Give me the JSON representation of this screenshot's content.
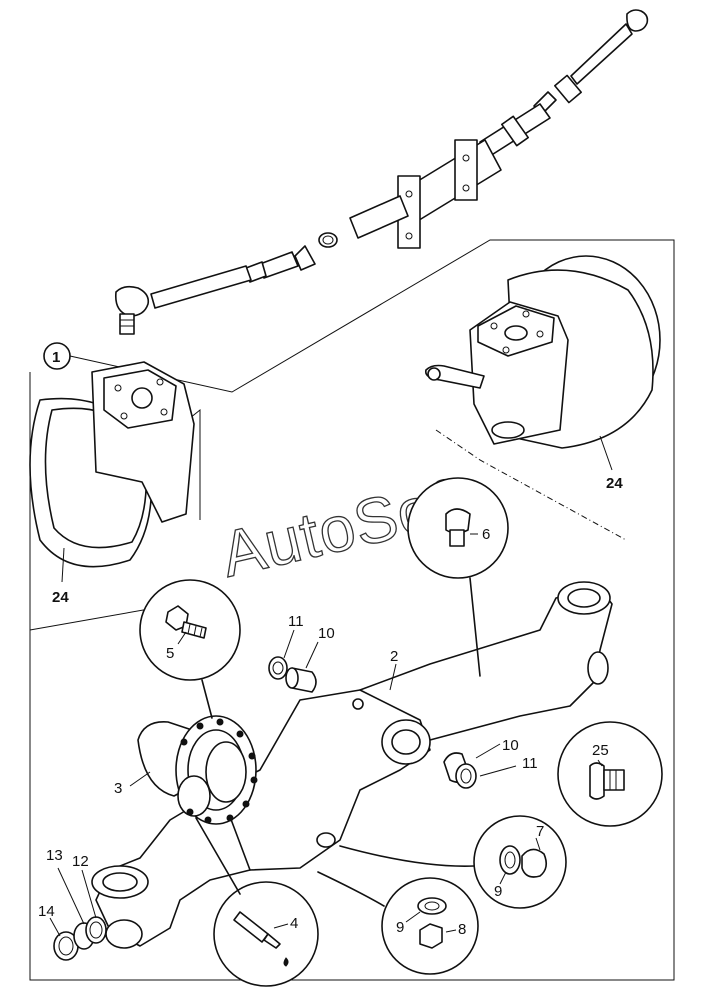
{
  "watermark": "AutoSoft",
  "group_label": "1",
  "callouts": {
    "c2": "2",
    "c3": "3",
    "c4": "4",
    "c5": "5",
    "c6": "6",
    "c7": "7",
    "c8": "8",
    "c9a": "9",
    "c9b": "9",
    "c10a": "10",
    "c10b": "10",
    "c11a": "11",
    "c11b": "11",
    "c12": "12",
    "c13": "13",
    "c14": "14",
    "c24a": "24",
    "c24b": "24",
    "c25": "25"
  }
}
